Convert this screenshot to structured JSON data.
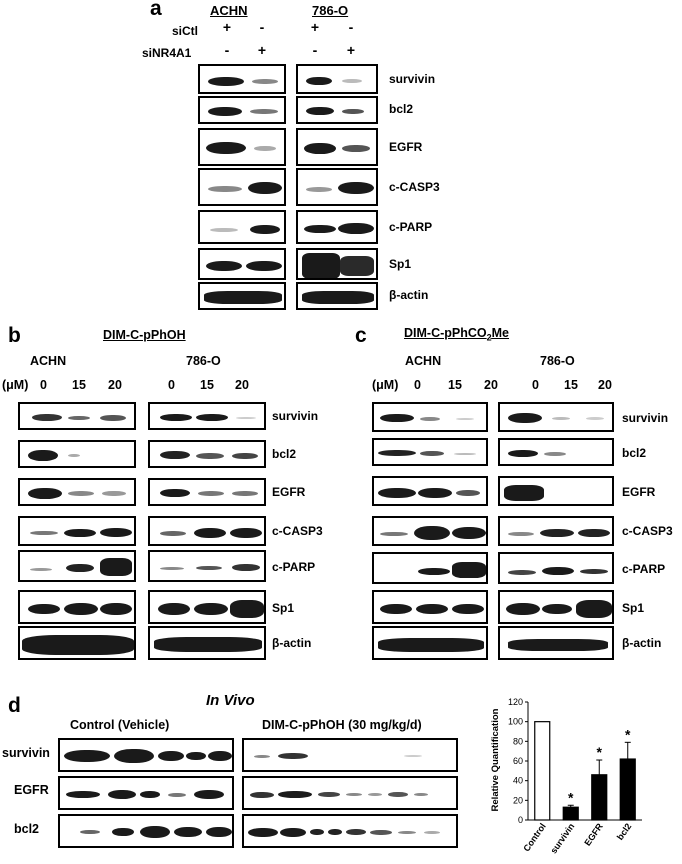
{
  "panel_a": {
    "letter": "a",
    "cell_lines": [
      "ACHN",
      "786-O"
    ],
    "row_labels": [
      "siCtl",
      "siNR4A1"
    ],
    "signs_ctl": [
      "+",
      "-",
      "+",
      "-"
    ],
    "signs_si": [
      "-",
      "+",
      "-",
      "+"
    ],
    "proteins": [
      "survivin",
      "bcl2",
      "EGFR",
      "c-CASP3",
      "c-PARP",
      "Sp1",
      "β-actin"
    ]
  },
  "panel_b": {
    "letter": "b",
    "compound": "DIM-C-pPhOH",
    "cell_lines": [
      "ACHN",
      "786-O"
    ],
    "unit": "(μM)",
    "doses": [
      "0",
      "15",
      "20",
      "0",
      "15",
      "20"
    ],
    "proteins": [
      "survivin",
      "bcl2",
      "EGFR",
      "c-CASP3",
      "c-PARP",
      "Sp1",
      "β-actin"
    ]
  },
  "panel_c": {
    "letter": "c",
    "compound_pre": "DIM-C-pPhCO",
    "compound_sub": "2",
    "compound_post": "Me",
    "cell_lines": [
      "ACHN",
      "786-O"
    ],
    "unit": "(μM)",
    "doses": [
      "0",
      "15",
      "20",
      "0",
      "15",
      "20"
    ],
    "proteins": [
      "survivin",
      "bcl2",
      "EGFR",
      "c-CASP3",
      "c-PARP",
      "Sp1",
      "β-actin"
    ]
  },
  "panel_d": {
    "letter": "d",
    "title": "In Vivo",
    "group_control": "Control (Vehicle)",
    "group_treated": "DIM-C-pPhOH (30 mg/kg/d)",
    "proteins": [
      "survivin",
      "EGFR",
      "bcl2"
    ]
  },
  "chart_data": {
    "type": "bar",
    "categories": [
      "Control",
      "survivin",
      "EGFR",
      "bcl2"
    ],
    "values": [
      100,
      13,
      46,
      62
    ],
    "errors": [
      0,
      2,
      15,
      17
    ],
    "significance": [
      "",
      "*",
      "*",
      "*"
    ],
    "bar_fill": [
      "#ffffff",
      "#000000",
      "#000000",
      "#000000"
    ],
    "ylabel": "Relative Quantification",
    "ylim": [
      0,
      120
    ],
    "yticks": [
      "0",
      "20",
      "40",
      "60",
      "80",
      "100",
      "120"
    ],
    "grid": false
  }
}
